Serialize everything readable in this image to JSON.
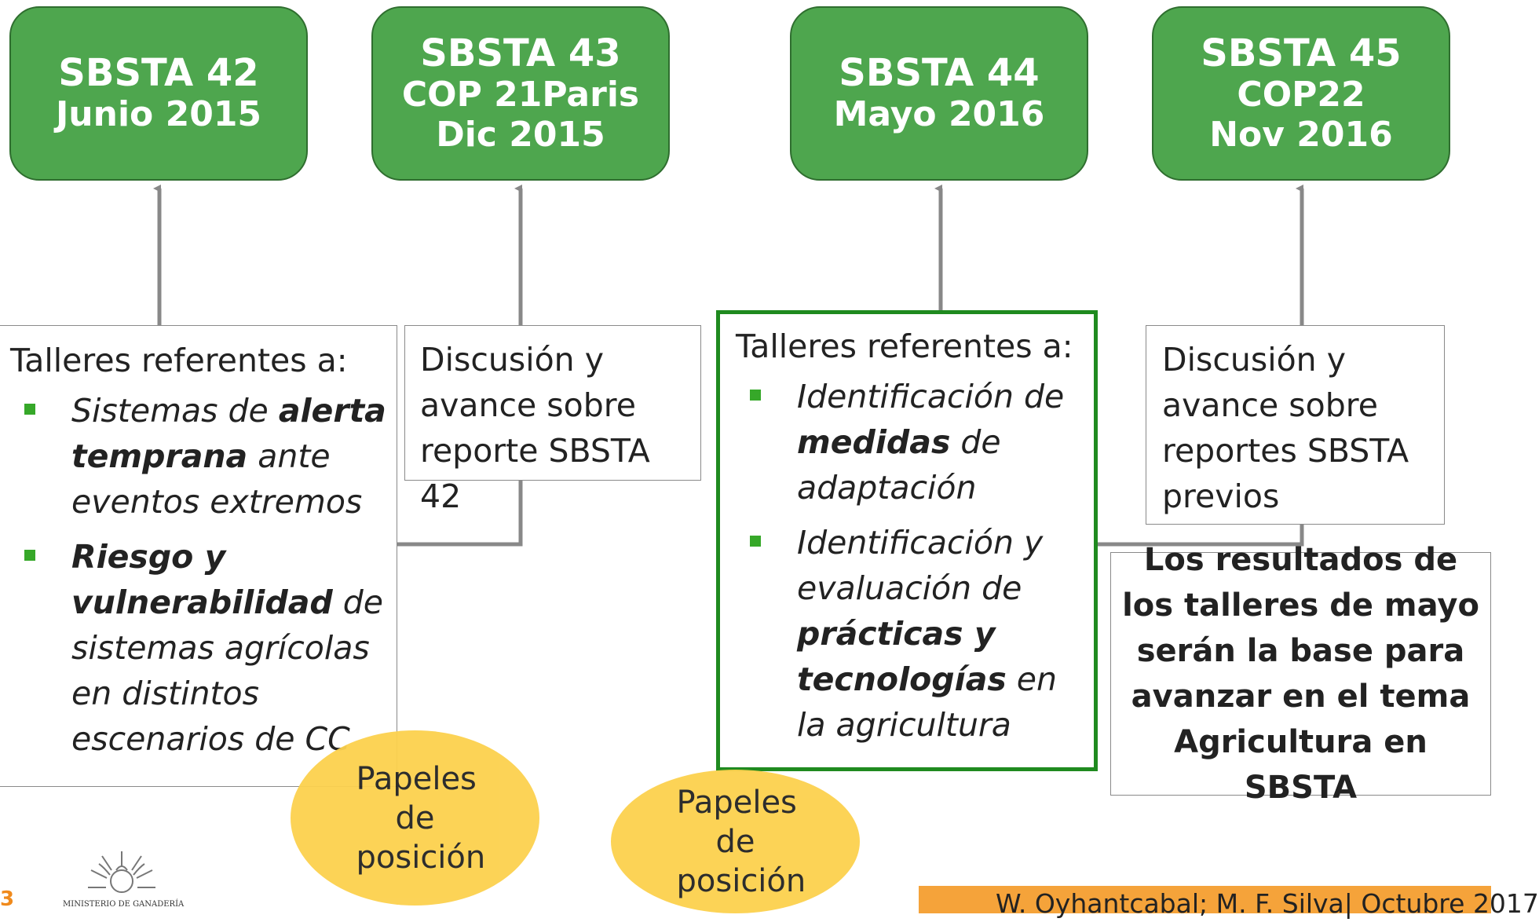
{
  "sessions": [
    {
      "line1": "SBSTA 42",
      "line2": "Junio 2015",
      "line3": ""
    },
    {
      "line1": "SBSTA 43",
      "line2": "COP 21Paris",
      "line3": "Dic 2015"
    },
    {
      "line1": "SBSTA 44",
      "line2": "Mayo 2016",
      "line3": ""
    },
    {
      "line1": "SBSTA 45",
      "line2": "COP22",
      "line3": "Nov 2016"
    }
  ],
  "box1": {
    "intro": "Talleres referentes a:",
    "items": [
      {
        "pre": "Sistemas de ",
        "bold": "alerta temprana",
        "post": " ante eventos extremos"
      },
      {
        "pre": "",
        "bold": "Riesgo y vulnerabilidad",
        "post": " de sistemas agrícolas en distintos escenarios de CC"
      }
    ]
  },
  "box2": {
    "text": "Discusión y avance sobre reporte SBSTA 42"
  },
  "box3": {
    "intro": "Talleres referentes a:",
    "items": [
      {
        "pre": "Identificación de ",
        "bold": "medidas",
        "post": " de adaptación"
      },
      {
        "pre": "Identificación y evaluación de ",
        "bold": "prácticas y tecnologías",
        "post": " en la agricultura"
      }
    ]
  },
  "box4": {
    "text": "Discusión y avance sobre reportes SBSTA previos"
  },
  "result": {
    "text": "Los resultados de los talleres de mayo serán la base para avanzar en el tema Agricultura en SBSTA"
  },
  "bubbles": [
    {
      "text": "Papeles de posición"
    },
    {
      "text": "Papeles de posición"
    }
  ],
  "footer": {
    "text": "W. Oyhantcabal; M. F. Silva| Octubre 2017"
  },
  "slide_number": "3",
  "logo": {
    "text": "MINISTERIO DE GANADERÍA"
  },
  "colors": {
    "session_fill": "#4ea64e",
    "highlight_border": "#1f8a1f",
    "bullet": "#36a829",
    "bubble": "#fcd14e",
    "footer_bar": "#f5a33a",
    "connector": "#888888"
  }
}
